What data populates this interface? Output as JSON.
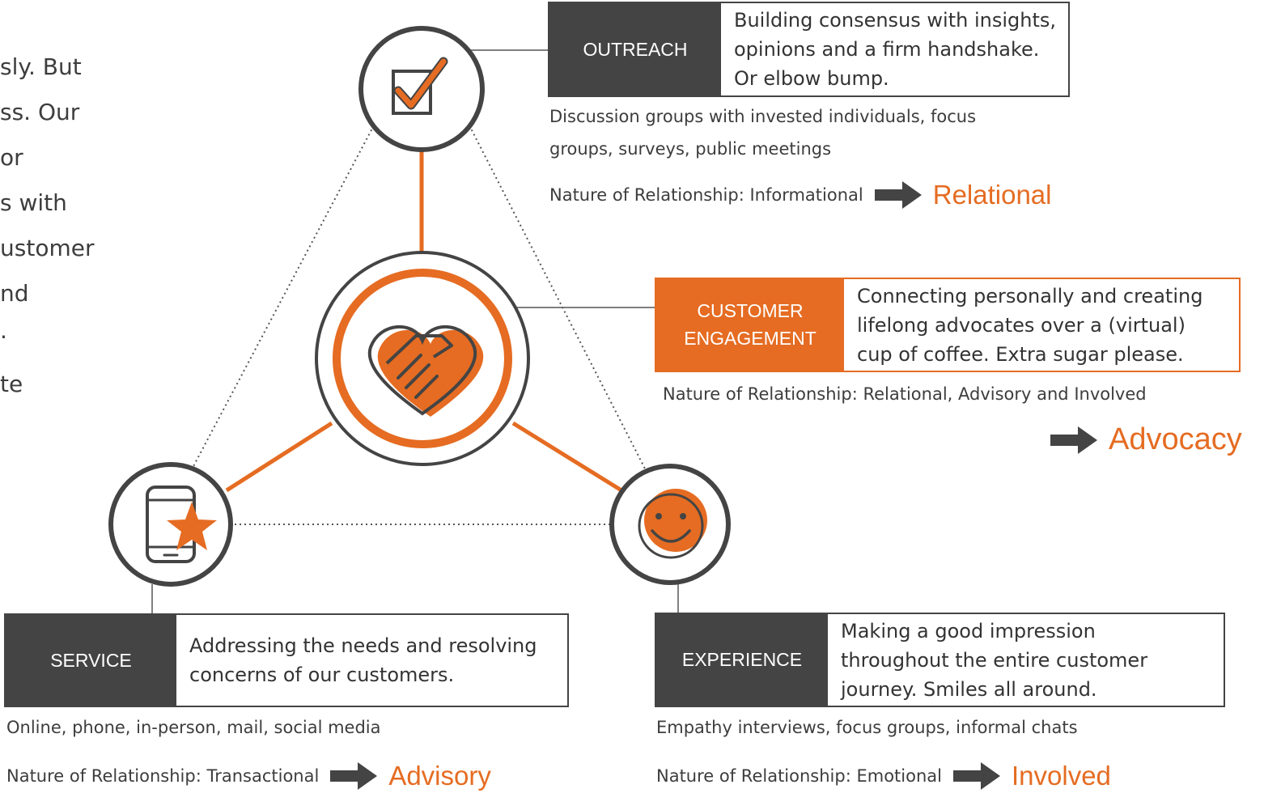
{
  "colors": {
    "orange": "#e56c22",
    "dark": "#444444",
    "text": "#3d3d3d"
  },
  "intro": {
    "lines": [
      "sly. But",
      "ss. Our",
      "or",
      "s with",
      "ustomer",
      "nd",
      ".",
      "te"
    ]
  },
  "hub": {
    "center_icon": "heart-handshake-icon",
    "nodes": {
      "outreach_icon": "checkbox-check-icon",
      "service_icon": "smartphone-star-icon",
      "experience_icon": "smiley-face-icon"
    }
  },
  "outreach": {
    "label": "OUTREACH",
    "desc_lines": [
      "Building consensus with insights,",
      "opinions and a firm handshake.",
      "Or elbow bump."
    ],
    "methods_lines": [
      "Discussion groups with invested individuals, focus",
      "groups, surveys, public meetings"
    ],
    "relationship": "Nature of Relationship: Informational",
    "outcome": "Relational"
  },
  "engagement": {
    "label_lines": [
      "CUSTOMER",
      "ENGAGEMENT"
    ],
    "desc_lines": [
      "Connecting personally and creating",
      "lifelong advocates over a (virtual)",
      "cup of coffee. Extra sugar please."
    ],
    "relationship": "Nature of Relationship: Relational, Advisory and Involved",
    "outcome": "Advocacy"
  },
  "service": {
    "label": "SERVICE",
    "desc_lines": [
      "Addressing the needs and resolving",
      "concerns of our customers."
    ],
    "methods": "Online, phone, in-person, mail, social media",
    "relationship": "Nature of Relationship: Transactional",
    "outcome": "Advisory"
  },
  "experience": {
    "label": "EXPERIENCE",
    "desc_lines": [
      "Making a good impression",
      "throughout the entire customer",
      "journey. Smiles all around."
    ],
    "methods": "Empathy interviews, focus groups, informal chats",
    "relationship": "Nature of Relationship: Emotional",
    "outcome": "Involved"
  }
}
